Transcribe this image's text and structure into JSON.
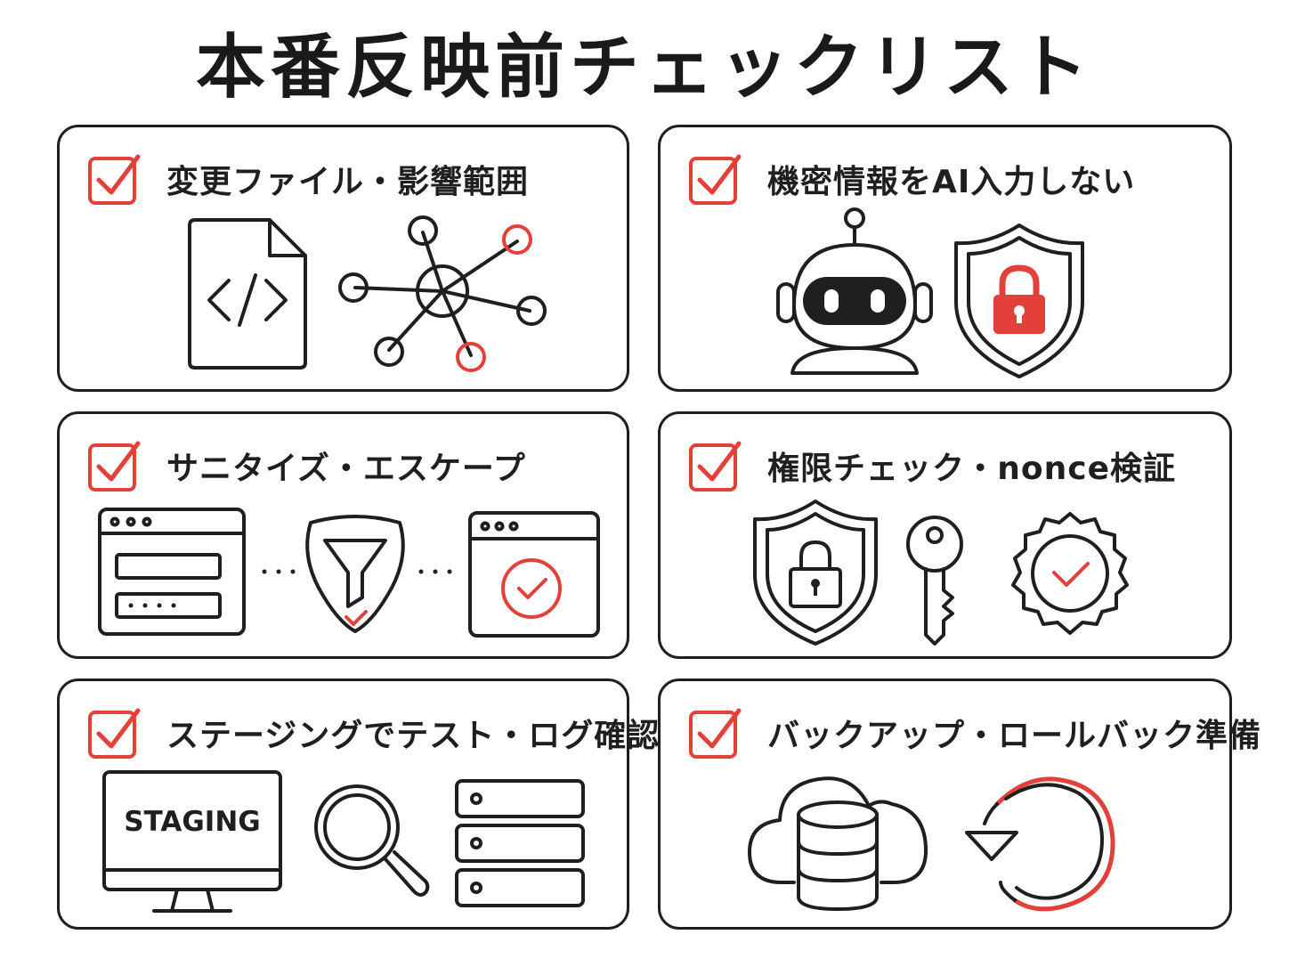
{
  "title": "本番反映前チェックリスト",
  "colors": {
    "accent": "#e4403a",
    "ink": "#1f1f1f",
    "background": "#ffffff"
  },
  "cards": [
    {
      "title": "変更ファイル・影響範囲",
      "icons": [
        "checkbox-icon",
        "code-file-icon",
        "network-graph-icon"
      ]
    },
    {
      "title": "機密情報をAI入力しない",
      "icons": [
        "checkbox-icon",
        "robot-icon",
        "shield-lock-icon"
      ]
    },
    {
      "title": "サニタイズ・エスケープ",
      "icons": [
        "checkbox-icon",
        "form-window-icon",
        "filter-funnel-icon",
        "verified-window-icon"
      ]
    },
    {
      "title": "権限チェック・nonce検証",
      "icons": [
        "checkbox-icon",
        "shield-lock-icon",
        "key-icon",
        "verified-badge-icon"
      ]
    },
    {
      "title": "ステージングでテスト・ログ確認",
      "screen_label": "STAGING",
      "icons": [
        "checkbox-icon",
        "monitor-icon",
        "magnifier-icon",
        "server-stack-icon"
      ]
    },
    {
      "title": "バックアップ・ロールバック準備",
      "icons": [
        "checkbox-icon",
        "cloud-database-icon",
        "rollback-arrow-icon"
      ]
    }
  ]
}
